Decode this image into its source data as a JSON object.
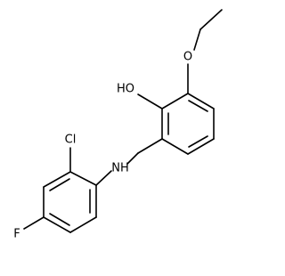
{
  "molecule": {
    "atoms": {
      "hydroxyl": "HO",
      "ether_oxygen": "O",
      "amine": "NH",
      "chlorine": "Cl",
      "fluorine": "F"
    }
  },
  "colors": {
    "background": "#ffffff",
    "bond": "#000000",
    "label": "#000000"
  }
}
